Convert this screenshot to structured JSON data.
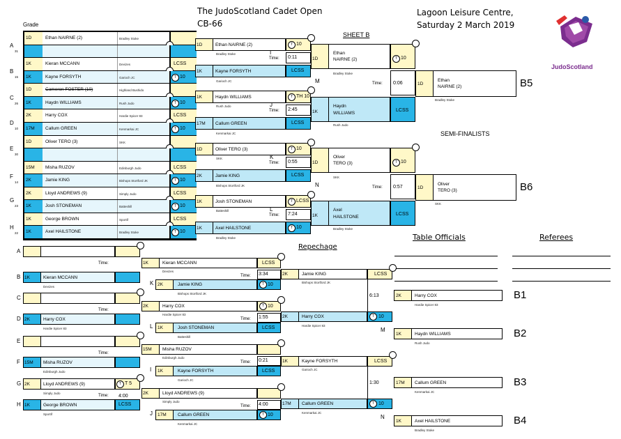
{
  "header": {
    "title": "The JudoScotland Cadet Open",
    "category": "CB-66",
    "venue": "Lagoon Leisure Centre,",
    "date": "Saturday 2  March 2019",
    "logo_text": "JudoScotland",
    "grade_label": "Grade"
  },
  "pool_letters": [
    "A",
    "B",
    "C",
    "D",
    "E",
    "F",
    "G",
    "H"
  ],
  "seeds": [
    "31",
    "15",
    "26",
    "10",
    "30",
    "14",
    "23",
    "22"
  ],
  "round1": [
    {
      "grade": "1D",
      "name": "Ethan NAIRNE (2)",
      "club": "Bradley Stoke",
      "score": ""
    },
    {
      "grade": "1K",
      "name": "Kieran MCCANN",
      "club": "Devizes",
      "score": "LCSS"
    },
    {
      "grade": "1K",
      "name": "Kayne FORSYTH",
      "club": "Garioch JC",
      "score": "10"
    },
    {
      "grade": "1D",
      "name": "Cameron FOSTER (10)",
      "club": "Highland Bushido",
      "score": ""
    },
    {
      "grade": "1K",
      "name": "Haydn WILLIAMS",
      "club": "Rush Judo",
      "score": "10"
    },
    {
      "grade": "2K",
      "name": "Harry COX",
      "club": "Hardie Spicer 83",
      "score": "LCSS"
    },
    {
      "grade": "17M",
      "name": "Callum GREEN",
      "club": "Kenmarkai JC",
      "score": "10"
    },
    {
      "grade": "1D",
      "name": "Oliver TERO (3)",
      "club": "SKK",
      "score": ""
    },
    {
      "grade": "15M",
      "name": "Misha RUZOV",
      "club": "Edinburgh Judo",
      "score": "LCSS"
    },
    {
      "grade": "2K",
      "name": "Jamie KING",
      "club": "Bishops Stortford JK",
      "score": "10"
    },
    {
      "grade": "2K",
      "name": "Lloyd ANDREWS (9)",
      "club": "Simply Judo",
      "score": "LCSS"
    },
    {
      "grade": "1K",
      "name": "Josh STONEMAN",
      "club": "Batteshill",
      "score": "10"
    },
    {
      "grade": "1K",
      "name": "George BROWN",
      "club": "Sportif",
      "score": "LCSS"
    },
    {
      "grade": "1K",
      "name": "Axel HAILSTONE",
      "club": "Bradley Stoke",
      "score": "10"
    }
  ],
  "round2": [
    {
      "label": "I",
      "grade": "1D",
      "name": "Ethan NAIRNE (2)",
      "club": "Bradley Stoke",
      "score": "10",
      "time": "0:11",
      "g2": "1K",
      "name2": "Kayne FORSYTH",
      "club2": "Garioch JC",
      "score2": "LCSS"
    },
    {
      "label": "J",
      "grade": "1K",
      "name": "Haydn WILLIAMS",
      "club": "Rush Judo",
      "score": "TH 10",
      "time": "2:45",
      "g2": "17M",
      "name2": "Callum GREEN",
      "club2": "Kenmarkai JC",
      "score2": "LCSS"
    },
    {
      "label": "K",
      "grade": "1D",
      "name": "Oliver TERO (3)",
      "club": "SKK",
      "score": "10",
      "time": "0:55",
      "g2": "2K",
      "name2": "Jamie KING",
      "club2": "Bishops Stortford JK",
      "score2": "LCSS"
    },
    {
      "label": "L",
      "grade": "1K",
      "name": "Josh STONEMAN",
      "club": "Batteshill",
      "score": "LCSS",
      "time": "7:24",
      "g2": "1K",
      "name2": "Axel HAILSTONE",
      "club2": "Bradley Stoke",
      "score2": "10"
    }
  ],
  "sheet_label": "SHEET B",
  "semis_label": "SEMI-FINALISTS",
  "round3": [
    {
      "label": "M",
      "grade": "1D",
      "name": "Ethan",
      "name_b": "NAIRNE (2)",
      "club": "Bradley Stoke",
      "score": "10",
      "time": "0:06",
      "g2": "1K",
      "name2": "Haydn",
      "name2_b": "WILLIAMS",
      "club2": "Rush Judo",
      "score2": "LCSS"
    },
    {
      "label": "N",
      "grade": "1D",
      "name": "Oliver",
      "name_b": "TERO (3)",
      "club": "SKK",
      "score": "10",
      "time": "0:57",
      "g2": "1K",
      "name2": "Axel",
      "name2_b": "HAILSTONE",
      "club2": "Bradley Stoke",
      "score2": "LCSS"
    }
  ],
  "semis": [
    {
      "id": "B5",
      "grade": "1D",
      "name": "Ethan",
      "name_b": "NAIRNE (2)",
      "club": "Bradley Stoke"
    },
    {
      "id": "B6",
      "grade": "1D",
      "name": "Oliver",
      "name_b": "TERO (3)",
      "club": "SKK"
    }
  ],
  "officials": {
    "table": "Table Officials",
    "referees": "Referees"
  },
  "repechage_title": "Repechage",
  "time_label": "Time:",
  "rep1": [
    {
      "grade": "",
      "name": "",
      "club": ""
    },
    {
      "grade": "1K",
      "name": "Kieran MCCANN",
      "club": "Devizes"
    },
    {
      "grade": "",
      "name": "",
      "club": ""
    },
    {
      "grade": "2K",
      "name": "Harry COX",
      "club": "Hardie Spicer 83"
    },
    {
      "grade": "",
      "name": "",
      "club": ""
    },
    {
      "grade": "15M",
      "name": "Misha RUZOV",
      "club": "Edinburgh Judo"
    },
    {
      "grade": "2K",
      "name": "Lloyd ANDREWS (9)",
      "club": "Simply Judo",
      "score": "T 5",
      "time": "4:00"
    },
    {
      "grade": "1K",
      "name": "George BROWN",
      "club": "Sportif",
      "score": "LCSS"
    }
  ],
  "rep2": [
    {
      "label": "K",
      "grade": "1K",
      "name": "Kieran MCCANN",
      "club": "Devizes",
      "score": "LCSS",
      "time": "3:34",
      "g2": "2K",
      "name2": "Jamie KING",
      "club2": "Bishops Stortford JK",
      "score2": "10"
    },
    {
      "label": "L",
      "grade": "2K",
      "name": "Harry COX",
      "club": "Hardie Spicer 83",
      "score": "10",
      "time": "1:55",
      "g2": "1K",
      "name2": "Josh STONEMAN",
      "club2": "Batteshill",
      "score2": "LCSS"
    },
    {
      "label": "I",
      "grade": "15M",
      "name": "Misha RUZOV",
      "club": "Edinburgh Judo",
      "score": "",
      "time": "0:21",
      "g2": "1K",
      "name2": "Kayne FORSYTH",
      "club2": "Garioch JC",
      "score2": "LCSS"
    },
    {
      "label": "J",
      "grade": "2K",
      "name": "Lloyd ANDREWS (9)",
      "club": "Simply Judo",
      "score": "",
      "time": "4:00",
      "g2": "17M",
      "name2": "Callum GREEN",
      "club2": "Kenmarkai JC",
      "score2": "10"
    }
  ],
  "rep3": [
    {
      "grade": "2K",
      "name": "Jamie KING",
      "club": "Bishops Stortford JK",
      "score": "LCSS",
      "time": "6:13",
      "g2": "2K",
      "name2": "Harry COX",
      "club2": "Hardie Spicer 83",
      "score2": "10"
    },
    {
      "grade": "1K",
      "name": "Kayne FORSYTH",
      "club": "Garioch JC",
      "score": "LCSS",
      "time": "1:30",
      "g2": "17M",
      "name2": "Callum GREEN",
      "club2": "Kenmarkai JC",
      "score2": "10"
    }
  ],
  "results": [
    {
      "id": "B1",
      "label": "",
      "grade": "2K",
      "name": "Harry COX",
      "club": "Hardie Spicer 83"
    },
    {
      "id": "B2",
      "label": "M",
      "grade": "1K",
      "name": "Haydn WILLIAMS",
      "club": "Rush Judo"
    },
    {
      "id": "B3",
      "label": "",
      "grade": "17M",
      "name": "Callum GREEN",
      "club": "Kenmarkai JC"
    },
    {
      "id": "B4",
      "label": "N",
      "grade": "1K",
      "name": "Axel HAILSTONE",
      "club": "Bradley Stoke"
    }
  ]
}
